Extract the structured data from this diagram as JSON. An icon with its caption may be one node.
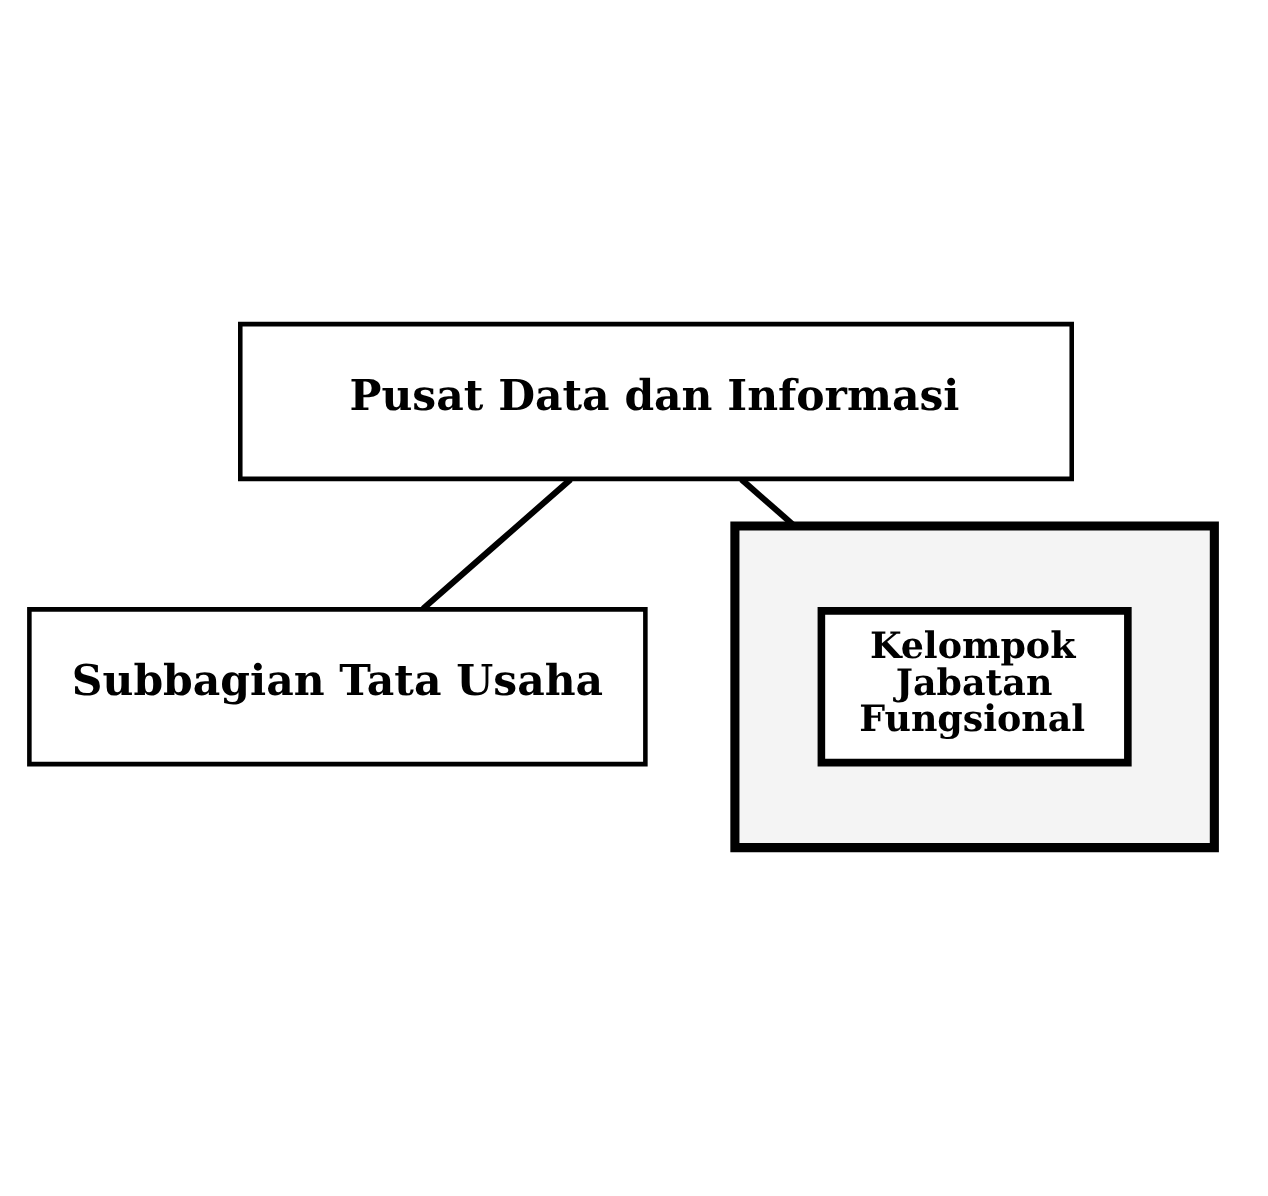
{
  "diagram": {
    "nodes": [
      {
        "text": [
          "Pusat Data dan Informasi"
        ]
      },
      {
        "text": [
          "Subbagian Tata Usaha"
        ]
      },
      {
        "text": [],
        "shape": "box"
      },
      {
        "text": [
          "Kelompok Jabatan Fungsional"
        ],
        "in": 2
      }
    ],
    "edges": [
      {
        "from": 0,
        "to": 1,
        "arrow": "none"
      },
      {
        "from": 0,
        "to": 2,
        "arrow": "none"
      }
    ]
  }
}
